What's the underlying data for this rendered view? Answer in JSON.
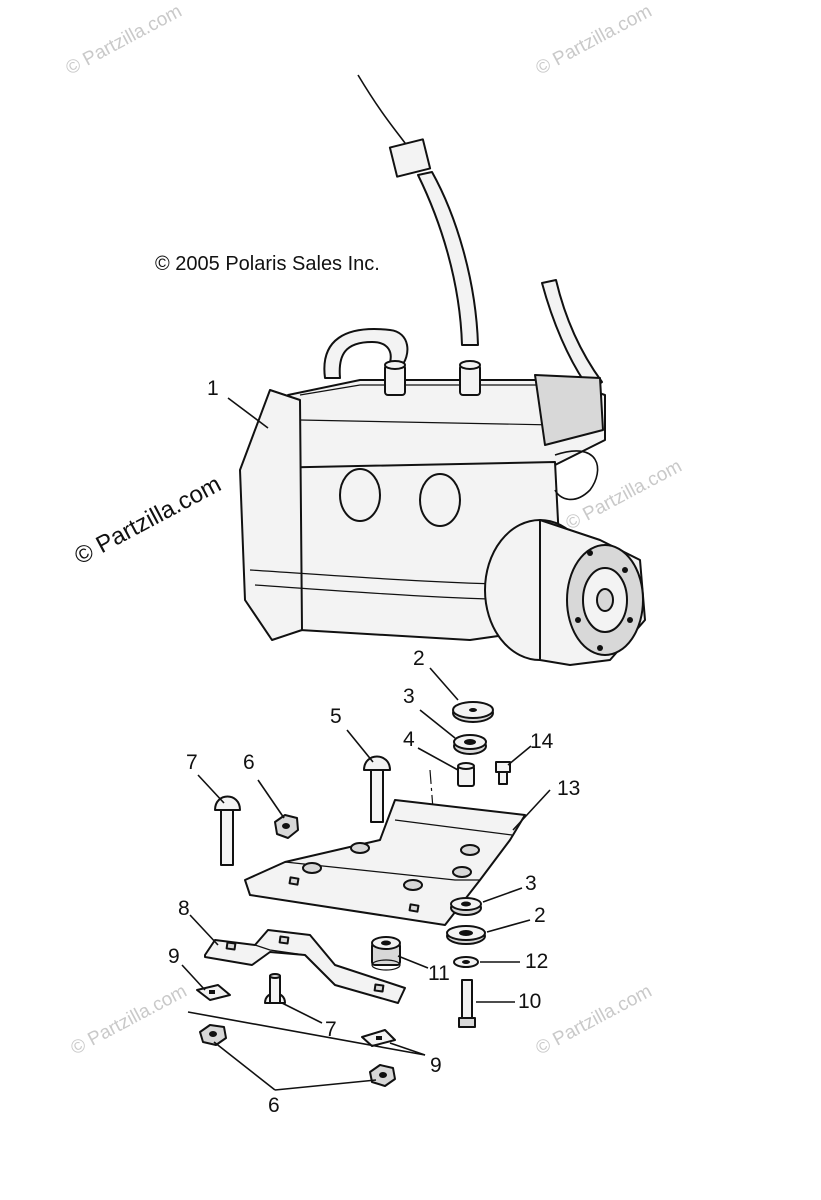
{
  "copyright": "© 2005 Polaris Sales Inc.",
  "watermarks": {
    "side": "© Partzilla.com",
    "faint": "© Partzilla.com"
  },
  "callouts": [
    {
      "id": "c1",
      "label": "1"
    },
    {
      "id": "c2a",
      "label": "2"
    },
    {
      "id": "c3a",
      "label": "3"
    },
    {
      "id": "c4",
      "label": "4"
    },
    {
      "id": "c5",
      "label": "5"
    },
    {
      "id": "c14",
      "label": "14"
    },
    {
      "id": "c7a",
      "label": "7"
    },
    {
      "id": "c6a",
      "label": "6"
    },
    {
      "id": "c13",
      "label": "13"
    },
    {
      "id": "c3b",
      "label": "3"
    },
    {
      "id": "c8",
      "label": "8"
    },
    {
      "id": "c2b",
      "label": "2"
    },
    {
      "id": "c9a",
      "label": "9"
    },
    {
      "id": "c11",
      "label": "11"
    },
    {
      "id": "c12",
      "label": "12"
    },
    {
      "id": "c10",
      "label": "10"
    },
    {
      "id": "c7b",
      "label": "7"
    },
    {
      "id": "c9b",
      "label": "9"
    },
    {
      "id": "c6b",
      "label": "6"
    }
  ]
}
